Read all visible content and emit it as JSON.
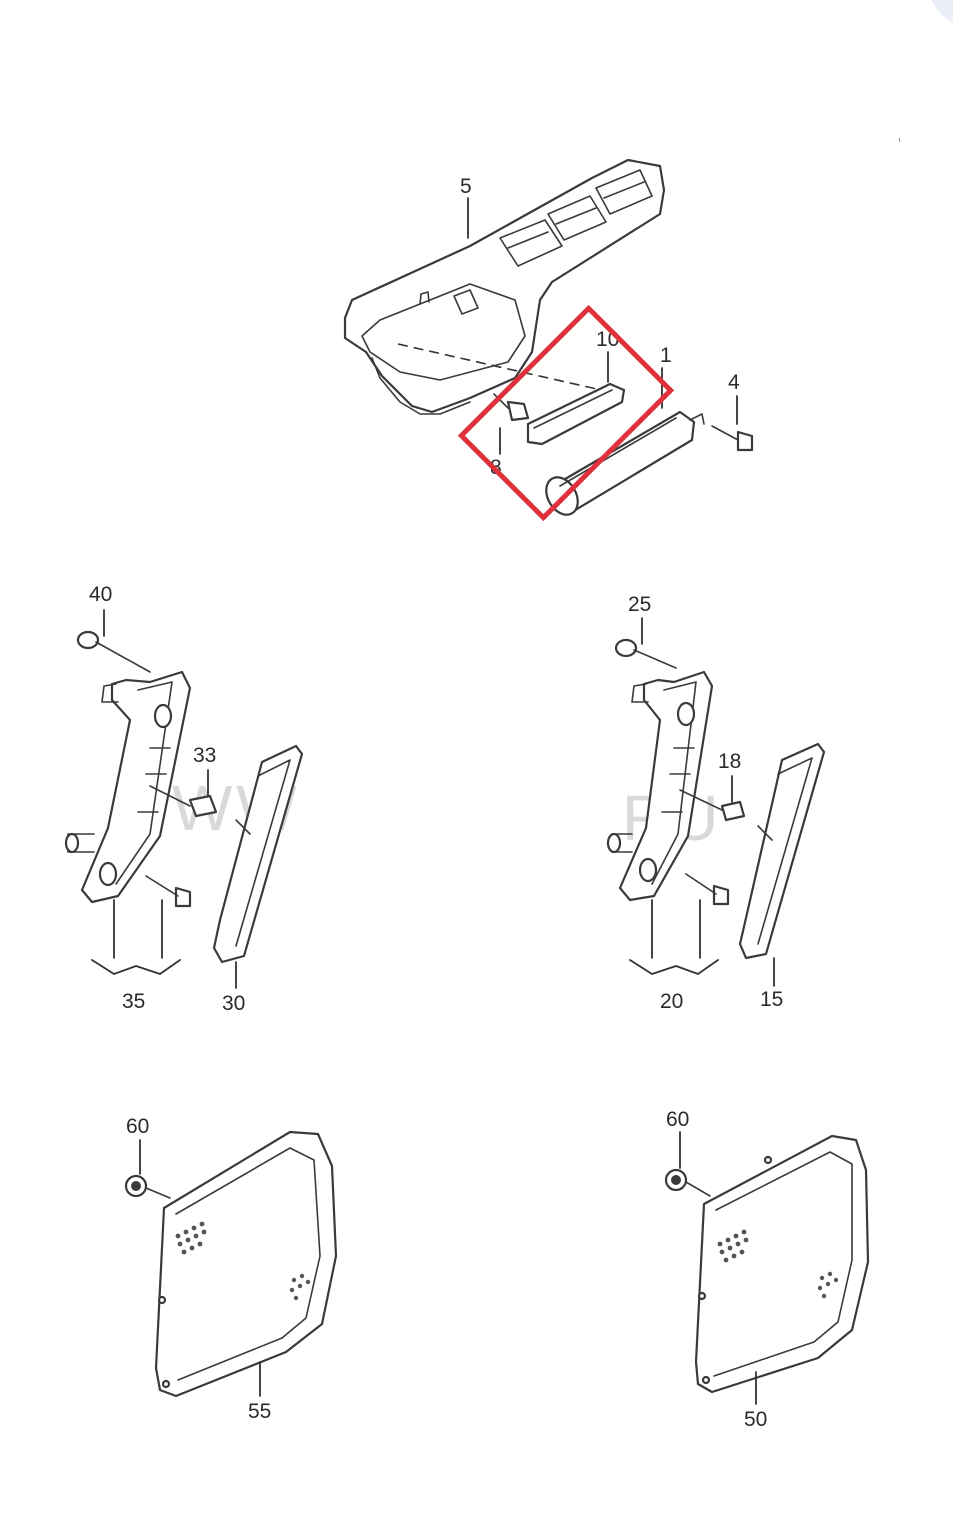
{
  "callouts": {
    "c5": "5",
    "c10": "10",
    "c1": "1",
    "c4": "4",
    "c8": "8",
    "c40": "40",
    "c33": "33",
    "c35": "35",
    "c30": "30",
    "c25": "25",
    "c18": "18",
    "c20": "20",
    "c15": "15",
    "c60a": "60",
    "c55": "55",
    "c60b": "60",
    "c50": "50"
  },
  "watermark": {
    "left": "WW",
    "right": "RU"
  },
  "colors": {
    "highlight": "#e0313a",
    "line": "#3a3a3a",
    "watermark": "#d9d9d9",
    "corner_accent": "#e9edf5"
  }
}
